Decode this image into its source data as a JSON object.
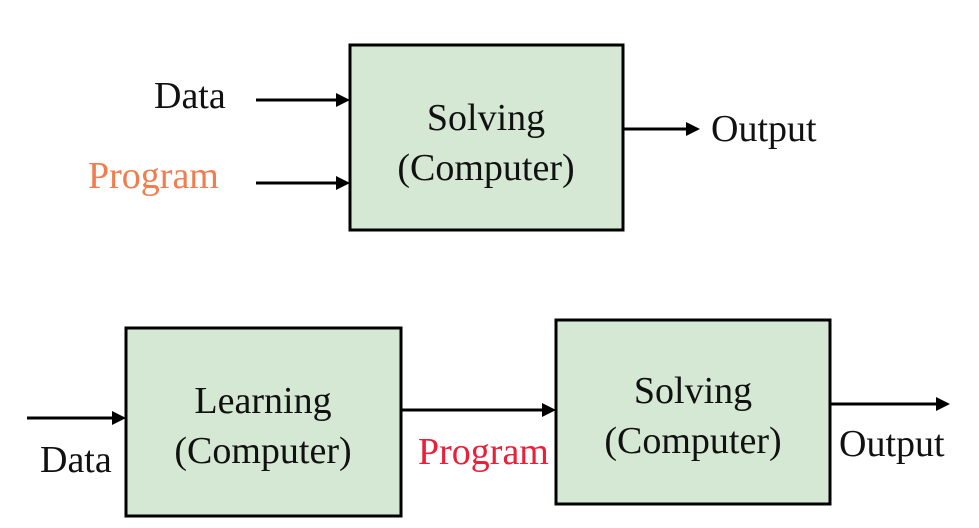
{
  "colors": {
    "box_fill": "#d5e8d4",
    "stroke": "#000000",
    "text": "#111111",
    "program_top": "#ef7d4f",
    "program_bottom": "#e8203a"
  },
  "top": {
    "input_data": "Data",
    "input_program": "Program",
    "box_line1": "Solving",
    "box_line2": "(Computer)",
    "output": "Output"
  },
  "bottom": {
    "input_data": "Data",
    "learning_line1": "Learning",
    "learning_line2": "(Computer)",
    "program": "Program",
    "solving_line1": "Solving",
    "solving_line2": "(Computer)",
    "output": "Output"
  }
}
